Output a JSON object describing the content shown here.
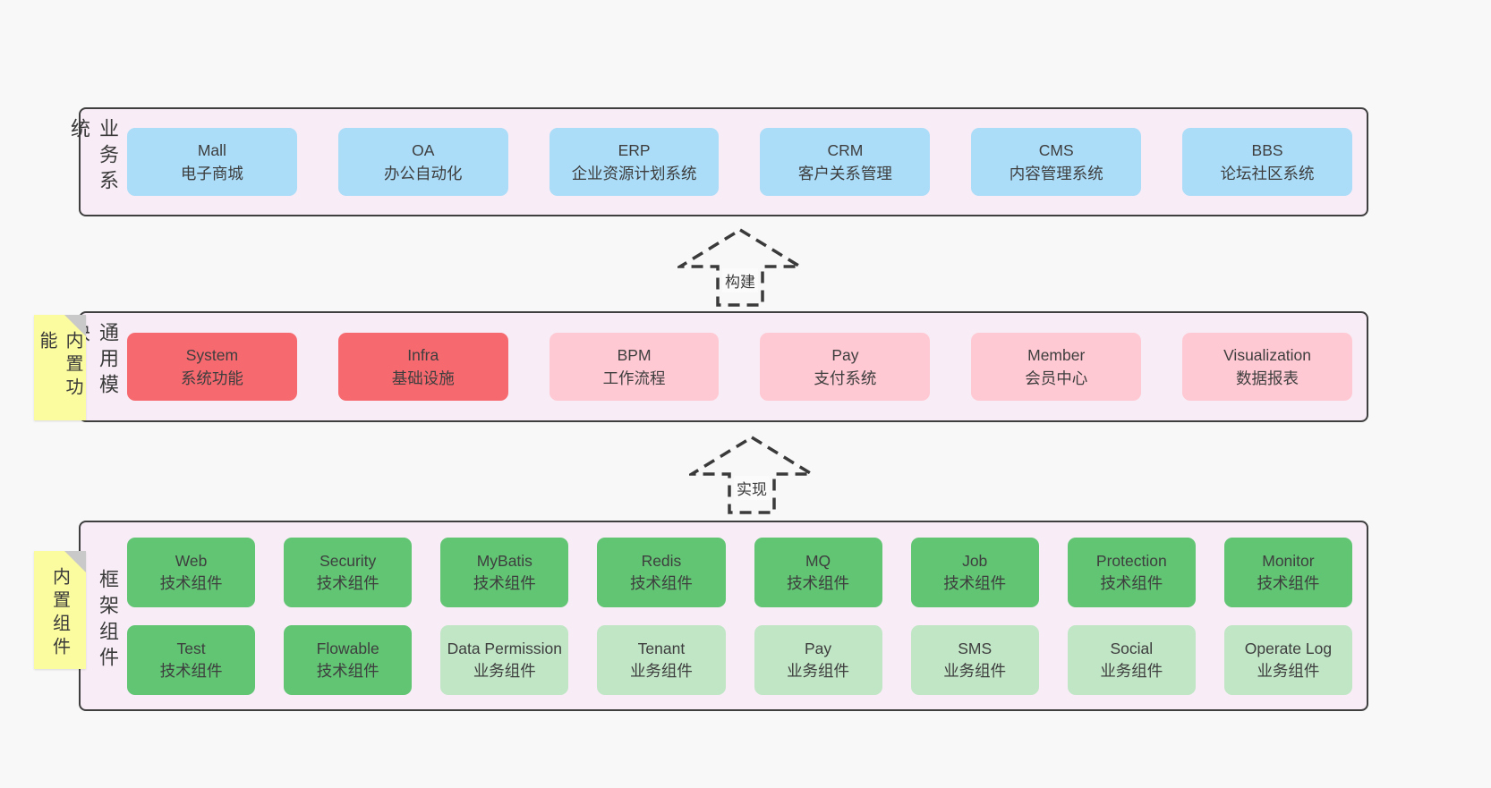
{
  "colors": {
    "blue": "#abdcf8",
    "red": "#f5696f",
    "pink": "#ffc9d3",
    "green": "#61c574",
    "green_light": "#c1e6c6",
    "band_bg": "#f8edf6",
    "sticky_bg": "#fbfb9f",
    "border": "#3f3f3f",
    "page_bg": "#f8f8f8"
  },
  "arrows": [
    {
      "label": "构建"
    },
    {
      "label": "实现"
    }
  ],
  "bands": [
    {
      "label": "业务系统",
      "sticky": null,
      "rows": [
        [
          {
            "name": "Mall",
            "desc": "电子商城",
            "color": "blue"
          },
          {
            "name": "OA",
            "desc": "办公自动化",
            "color": "blue"
          },
          {
            "name": "ERP",
            "desc": "企业资源计划系统",
            "color": "blue"
          },
          {
            "name": "CRM",
            "desc": "客户关系管理",
            "color": "blue"
          },
          {
            "name": "CMS",
            "desc": "内容管理系统",
            "color": "blue"
          },
          {
            "name": "BBS",
            "desc": "论坛社区系统",
            "color": "blue"
          }
        ]
      ]
    },
    {
      "label": "通用模块",
      "sticky": "内置功能",
      "rows": [
        [
          {
            "name": "System",
            "desc": "系统功能",
            "color": "red"
          },
          {
            "name": "Infra",
            "desc": "基础设施",
            "color": "red"
          },
          {
            "name": "BPM",
            "desc": "工作流程",
            "color": "pink"
          },
          {
            "name": "Pay",
            "desc": "支付系统",
            "color": "pink"
          },
          {
            "name": "Member",
            "desc": "会员中心",
            "color": "pink"
          },
          {
            "name": "Visualization",
            "desc": "数据报表",
            "color": "pink"
          }
        ]
      ]
    },
    {
      "label": "框架组件",
      "sticky": "内置组件",
      "rows": [
        [
          {
            "name": "Web",
            "desc": "技术组件",
            "color": "green"
          },
          {
            "name": "Security",
            "desc": "技术组件",
            "color": "green"
          },
          {
            "name": "MyBatis",
            "desc": "技术组件",
            "color": "green"
          },
          {
            "name": "Redis",
            "desc": "技术组件",
            "color": "green"
          },
          {
            "name": "MQ",
            "desc": "技术组件",
            "color": "green"
          },
          {
            "name": "Job",
            "desc": "技术组件",
            "color": "green"
          },
          {
            "name": "Protection",
            "desc": "技术组件",
            "color": "green"
          },
          {
            "name": "Monitor",
            "desc": "技术组件",
            "color": "green"
          }
        ],
        [
          {
            "name": "Test",
            "desc": "技术组件",
            "color": "green"
          },
          {
            "name": "Flowable",
            "desc": "技术组件",
            "color": "green"
          },
          {
            "name": "Data Permission",
            "desc": "业务组件",
            "color": "green_light"
          },
          {
            "name": "Tenant",
            "desc": "业务组件",
            "color": "green_light"
          },
          {
            "name": "Pay",
            "desc": "业务组件",
            "color": "green_light"
          },
          {
            "name": "SMS",
            "desc": "业务组件",
            "color": "green_light"
          },
          {
            "name": "Social",
            "desc": "业务组件",
            "color": "green_light"
          },
          {
            "name": "Operate Log",
            "desc": "业务组件",
            "color": "green_light"
          }
        ]
      ]
    }
  ]
}
